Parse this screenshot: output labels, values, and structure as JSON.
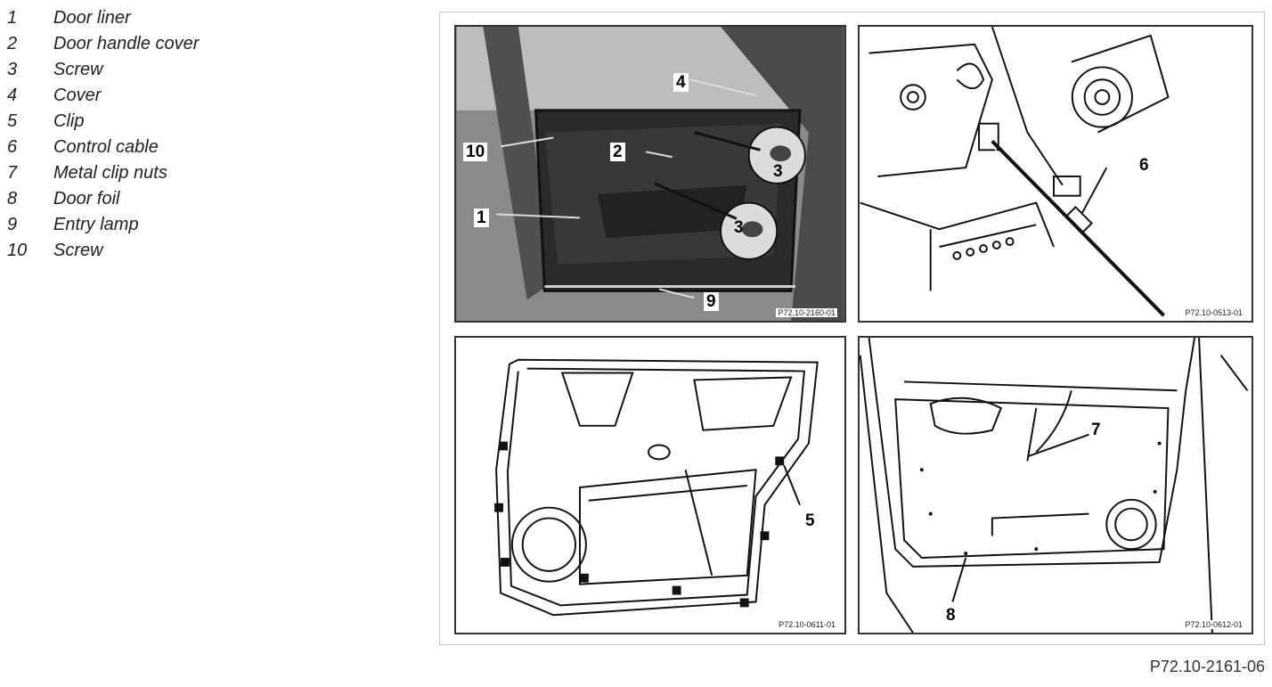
{
  "legend": [
    {
      "num": "1",
      "label": "Door liner"
    },
    {
      "num": "2",
      "label": "Door handle cover"
    },
    {
      "num": "3",
      "label": "Screw"
    },
    {
      "num": "4",
      "label": "Cover"
    },
    {
      "num": "5",
      "label": "Clip"
    },
    {
      "num": "6",
      "label": "Control cable"
    },
    {
      "num": "7",
      "label": "Metal clip nuts"
    },
    {
      "num": "8",
      "label": "Door foil"
    },
    {
      "num": "9",
      "label": "Entry lamp"
    },
    {
      "num": "10",
      "label": "Screw"
    }
  ],
  "panels": {
    "p1": {
      "code": "P72.10-2160-01",
      "labels": {
        "l1": "1",
        "l2": "2",
        "l3a": "3",
        "l3b": "3",
        "l4": "4",
        "l9": "9",
        "l10": "10"
      }
    },
    "p2": {
      "code": "P72.10-0513-01",
      "labels": {
        "l6": "6"
      }
    },
    "p3": {
      "code": "P72.10-0611-01",
      "labels": {
        "l5": "5"
      }
    },
    "p4": {
      "code": "P72.10-0612-01",
      "labels": {
        "l7": "7",
        "l8": "8"
      }
    }
  },
  "document_code": "P72.10-2161-06"
}
